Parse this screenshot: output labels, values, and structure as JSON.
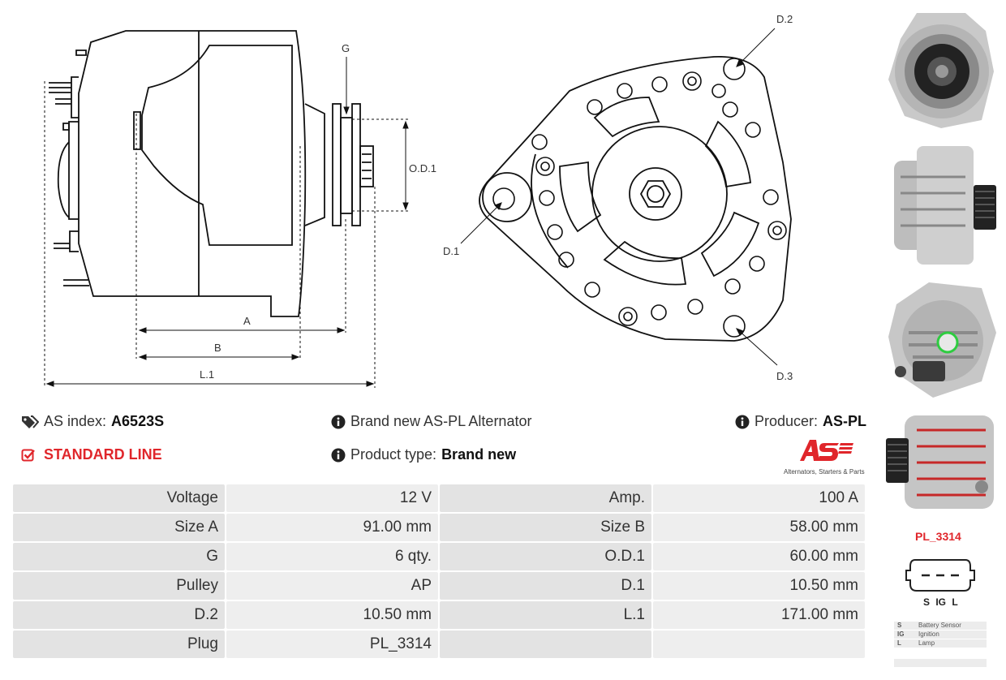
{
  "diagram_labels": {
    "g": "G",
    "od1": "O.D.1",
    "a": "A",
    "b": "B",
    "l1": "L.1",
    "d1": "D.1",
    "d2": "D.2",
    "d3": "D.3"
  },
  "info": {
    "as_index_label": "AS index:",
    "as_index_value": "A6523S",
    "standard_line": "STANDARD LINE",
    "description": "Brand new AS-PL Alternator",
    "product_type_label": "Product type:",
    "product_type_value": "Brand new",
    "producer_label": "Producer:",
    "producer_value": "AS-PL"
  },
  "logo": {
    "mark": "AS",
    "tagline": "Alternators, Starters & Parts"
  },
  "specs": [
    {
      "l1": "Voltage",
      "v1": "12 V",
      "l2": "Amp.",
      "v2": "100 A"
    },
    {
      "l1": "Size A",
      "v1": "91.00 mm",
      "l2": "Size B",
      "v2": "58.00 mm"
    },
    {
      "l1": "G",
      "v1": "6 qty.",
      "l2": "O.D.1",
      "v2": "60.00 mm"
    },
    {
      "l1": "Pulley",
      "v1": "AP",
      "l2": "D.1",
      "v2": "10.50 mm"
    },
    {
      "l1": "D.2",
      "v1": "10.50 mm",
      "l2": "L.1",
      "v2": "171.00 mm"
    },
    {
      "l1": "Plug",
      "v1": "PL_3314",
      "l2": "",
      "v2": ""
    }
  ],
  "plug": {
    "name": "PL_3314",
    "pins": "S IG L",
    "legend": [
      {
        "key": "S",
        "desc": "Battery Sensor"
      },
      {
        "key": "IG",
        "desc": "Ignition"
      },
      {
        "key": "L",
        "desc": "Lamp"
      }
    ]
  },
  "colors": {
    "accent_red": "#e0262b",
    "label_cell": "#e3e3e3",
    "value_cell": "#eeeeee"
  }
}
